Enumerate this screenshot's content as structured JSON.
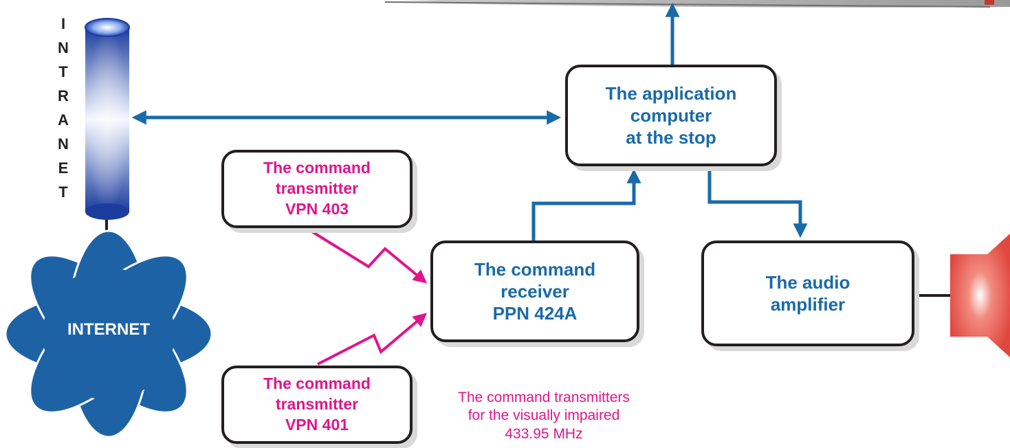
{
  "intranet": {
    "letters": [
      "I",
      "N",
      "T",
      "R",
      "A",
      "N",
      "E",
      "T"
    ]
  },
  "internet": {
    "label": "INTERNET"
  },
  "boxes": {
    "app_computer": {
      "lines": [
        "The application",
        "computer",
        "at the stop"
      ]
    },
    "receiver": {
      "lines": [
        "The command",
        "receiver",
        "PPN 424A"
      ]
    },
    "amplifier": {
      "lines": [
        "The audio",
        "amplifier"
      ]
    },
    "transmitter_403": {
      "lines": [
        "The command",
        "transmitter",
        "VPN 403"
      ]
    },
    "transmitter_401": {
      "lines": [
        "The command",
        "transmitter",
        "VPN 401"
      ]
    }
  },
  "note": {
    "lines": [
      "The command transmitters",
      "for the visually impaired",
      "433.95 MHz"
    ]
  },
  "colors": {
    "blue": "#1a6aa8",
    "magenta": "#e0148c",
    "border": "#231f20",
    "speaker": "#e8514a"
  },
  "icons": [
    "intranet-cylinder-icon",
    "internet-cloud-icon",
    "speaker-icon",
    "display-panel-icon"
  ]
}
